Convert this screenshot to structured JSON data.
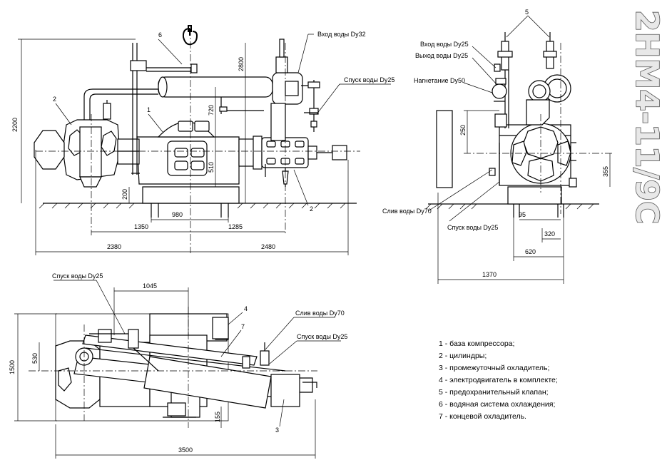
{
  "model_title": "2НМ4-11/9С",
  "callouts": {
    "c1": "1",
    "c2a": "2",
    "c2b": "2",
    "c3": "3",
    "c4": "4",
    "c5": "5",
    "c6": "6",
    "c7": "7"
  },
  "labels": {
    "water_in_dy32": "Вход воды Dy32",
    "drain_dy25_front": "Спуск воды Dy25",
    "water_in_dy25": "Вход воды Dy25",
    "water_out_dy25": "Выход воды Dy25",
    "discharge_dy50": "Нагнетание Dy50",
    "drain_dy70_side": "Слив воды Dy70",
    "drain_dy25_side": "Спуск воды Dy25",
    "drain_dy25_plan_left": "Спуск воды Dy25",
    "drain_dy70_plan": "Слив воды Dy70",
    "drain_dy25_plan_right": "Спуск воды Dy25"
  },
  "dimensions": {
    "front_h2200": "2200",
    "front_h2800": "2800",
    "front_720": "720",
    "front_510": "510",
    "front_200": "200",
    "front_980": "980",
    "front_1350": "1350",
    "front_1285": "1285",
    "front_2380": "2380",
    "front_2480": "2480",
    "side_250": "250",
    "side_355": "355",
    "side_95": "95",
    "side_320": "320",
    "side_620": "620",
    "side_1370": "1370",
    "plan_1045": "1045",
    "plan_530": "530",
    "plan_1500": "1500",
    "plan_155": "155",
    "plan_3500": "3500"
  },
  "legend": [
    "1 - база компрессора;",
    "2 - цилиндры;",
    "3 - промежуточный охладитель;",
    "4 - электродвигатель в комплекте;",
    "5 - предохранительный клапан;",
    "6 - водяная система охлаждения;",
    "7 - концевой охладитель."
  ]
}
